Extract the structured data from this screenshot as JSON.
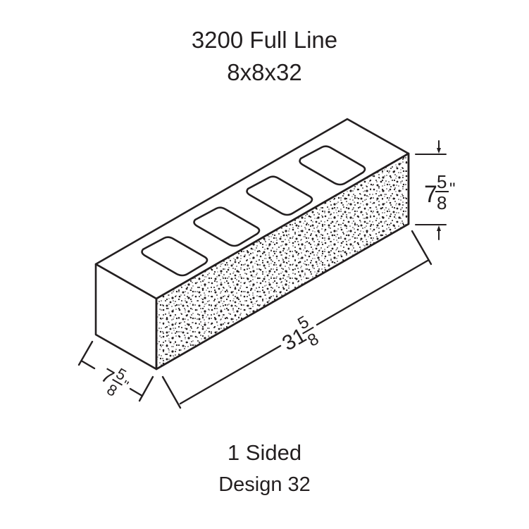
{
  "header": {
    "title": "3200 Full Line",
    "size": "8x8x32"
  },
  "drawing": {
    "block_type": "hollow concrete block, 4 cores",
    "textured_face": "split-face stipple on long front face",
    "dimensions": {
      "height": {
        "whole": "7",
        "numerator": "5",
        "denominator": "8",
        "unit": "\""
      },
      "length": {
        "whole": "31",
        "numerator": "5",
        "denominator": "8",
        "unit": ""
      },
      "width": {
        "whole": "7",
        "numerator": "5",
        "denominator": "8",
        "unit": "\""
      }
    },
    "line_color": "#231f20",
    "background": "#ffffff"
  },
  "footer": {
    "sides": "1 Sided",
    "design": "Design 32"
  }
}
